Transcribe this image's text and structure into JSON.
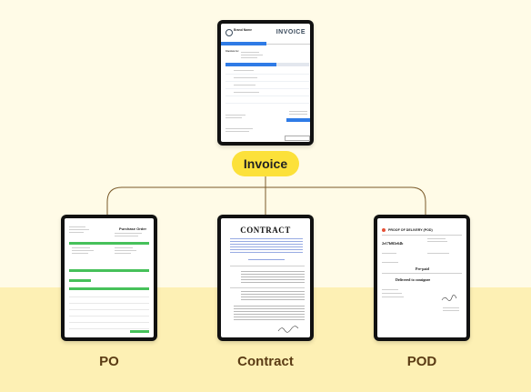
{
  "center_label": "Invoice",
  "captions": {
    "po": "PO",
    "contract": "Contract",
    "pod": "POD"
  },
  "invoice_doc": {
    "title": "INVOICE",
    "brand": "Brand Name",
    "section_heading": "Invoice to:"
  },
  "po_doc": {
    "title": "Purchase Order"
  },
  "contract_doc": {
    "title": "CONTRACT"
  },
  "pod_doc": {
    "title": "PROOF OF DELIVERY (POD)",
    "id": "2e17b0f2e64b",
    "status": "Delivered to consignee",
    "payment": "Pre-paid"
  },
  "colors": {
    "accent_yellow": "#fce13a",
    "connector": "#7a5a2a",
    "invoice_blue": "#2f7be6",
    "po_green": "#46c15a"
  }
}
